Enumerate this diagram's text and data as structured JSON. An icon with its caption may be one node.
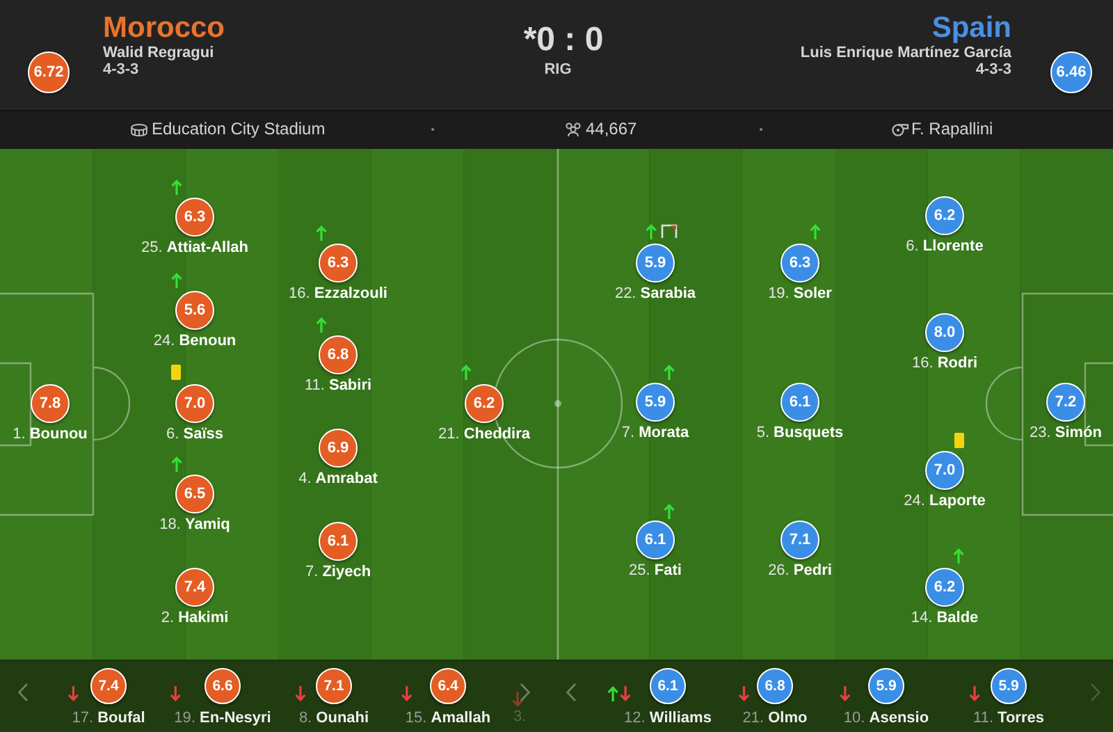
{
  "diagram": {
    "nodes": [
      {
        "text": [
          "6.72"
        ]
      },
      {
        "text": [
          "6.46"
        ]
      },
      {
        "text": [
          "7.8"
        ],
        "beside": [
          "1. **Bounou**"
        ]
      },
      {
        "text": [
          "6.3"
        ],
        "beside": [
          "25. **Attiat-Allah**"
        ]
      },
      {
        "text": [
          "5.6"
        ],
        "beside": [
          "24. **Benoun**"
        ]
      },
      {
        "text": [
          "7.0"
        ],
        "beside": [
          "6. **Saïss**"
        ]
      },
      {
        "text": [
          "6.5"
        ],
        "beside": [
          "18. **Yamiq**"
        ]
      },
      {
        "text": [
          "7.4"
        ],
        "beside": [
          "2. **Hakimi**"
        ]
      },
      {
        "text": [
          "6.3"
        ],
        "beside": [
          "16. **Ezzalzouli**"
        ]
      },
      {
        "text": [
          "6.8"
        ],
        "beside": [
          "11. **Sabiri**"
        ]
      },
      {
        "text": [
          "6.9"
        ],
        "beside": [
          "4. **Amrabat**"
        ]
      },
      {
        "text": [
          "6.1"
        ],
        "beside": [
          "7. **Ziyech**"
        ]
      },
      {
        "text": [
          "6.2"
        ],
        "beside": [
          "21. **Cheddira**"
        ]
      },
      {
        "text": [
          "5.9"
        ],
        "beside": [
          "22. **Sarabia**"
        ]
      },
      {
        "text": [
          "5.9"
        ],
        "beside": [
          "7. **Morata**"
        ]
      },
      {
        "text": [
          "6.1"
        ],
        "beside": [
          "25. **Fati**"
        ]
      },
      {
        "text": [
          "6.3"
        ],
        "beside": [
          "19. **Soler**"
        ]
      },
      {
        "text": [
          "6.1"
        ],
        "beside": [
          "5. **Busquets**"
        ]
      },
      {
        "text": [
          "7.1"
        ],
        "beside": [
          "26. **Pedri**"
        ]
      },
      {
        "text": [
          "6.2"
        ],
        "beside": [
          "6. **Llorente**"
        ]
      },
      {
        "text": [
          "8.0"
        ],
        "beside": [
          "16. **Rodri**"
        ]
      },
      {
        "text": [
          "7.0"
        ],
        "beside": [
          "24. **Laporte**"
        ]
      },
      {
        "text": [
          "6.2"
        ],
        "beside": [
          "14. **Balde**"
        ]
      },
      {
        "text": [
          "7.2"
        ],
        "beside": [
          "23. **Simón**"
        ]
      },
      {
        "text": [
          "7.4"
        ],
        "beside": [
          "17. **Boufal**"
        ]
      },
      {
        "text": [
          "6.6"
        ],
        "beside": [
          "19. **En-Nesyri**"
        ]
      },
      {
        "text": [
          "7.1"
        ],
        "beside": [
          "8. **Ounahi**"
        ]
      },
      {
        "text": [
          "6.4"
        ],
        "beside": [
          "15. **Amallah**"
        ]
      },
      {
        "text": [
          "6.1"
        ],
        "beside": [
          "12. **Williams**"
        ]
      },
      {
        "text": [
          "6.8"
        ],
        "beside": [
          "21. **Olmo**"
        ]
      },
      {
        "text": [
          "5.9"
        ],
        "beside": [
          "10. **Asensio**"
        ]
      },
      {
        "text": [
          "5.9"
        ],
        "beside": [
          "11. **Torres**"
        ]
      }
    ],
    "labels": [
      "Morocco",
      "Walid Regragui",
      "4-3-3",
      "*0 : 0",
      "RIG",
      "Spain",
      "Luis Enrique Martínez García",
      "4-3-3",
      "Education City Stadium",
      "44,667",
      "F. Rapallini",
      "3."
    ]
  }
}
